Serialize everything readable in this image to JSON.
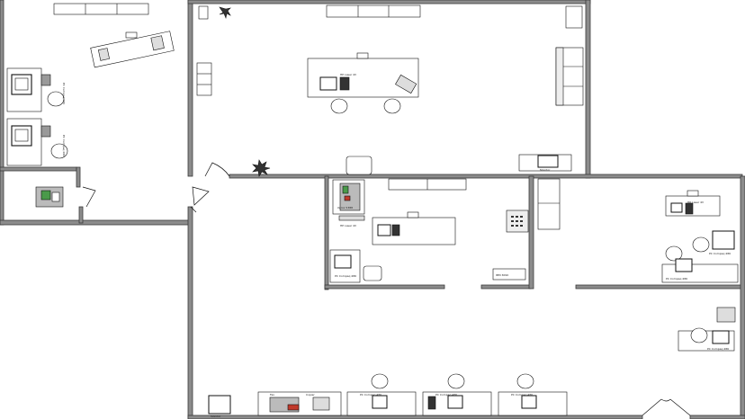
{
  "colors": {
    "wall": "#8c8c8c",
    "wall_edge": "#3a3a3a",
    "line": "#111111",
    "accent_red": "#c0392b",
    "accent_green": "#4a9a4a"
  },
  "equipment_labels": [
    "HP Laser 4V",
    "PC Compaq 486",
    "Monitor",
    "Xerox 5388",
    "IBM 3090",
    "Fax",
    "Copier"
  ],
  "icons": [
    "desk",
    "chair",
    "computer-monitor",
    "cpu-tower",
    "printer",
    "plant",
    "sofa",
    "bookshelf",
    "telephone",
    "copier",
    "door"
  ]
}
